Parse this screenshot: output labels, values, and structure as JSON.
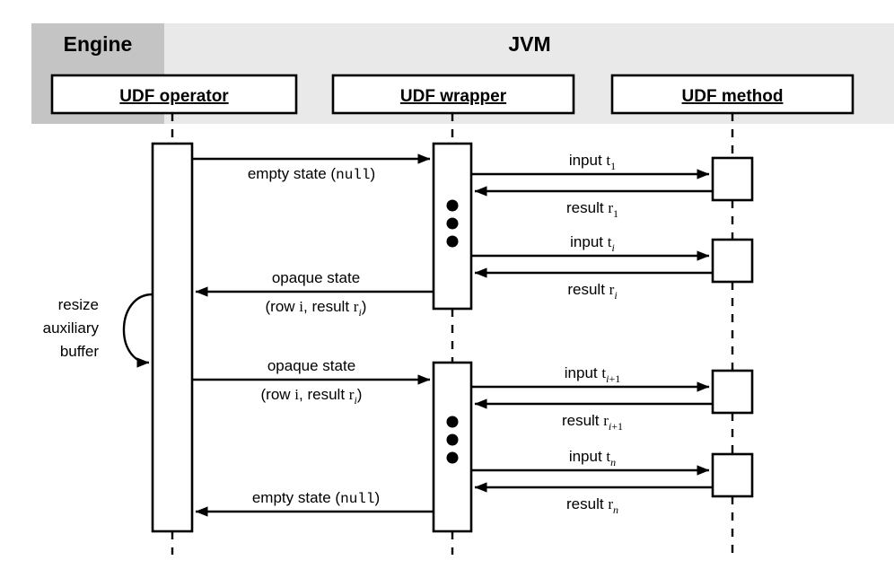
{
  "diagram": {
    "title": "UDF execution sequence diagram",
    "colors": {
      "engine_band": "#c4c4c4",
      "jvm_band": "#e9e9e9",
      "stroke": "#000000",
      "background": "#ffffff"
    },
    "bands": [
      {
        "id": "engine",
        "label": "Engine"
      },
      {
        "id": "jvm",
        "label": "JVM"
      }
    ],
    "participants": [
      {
        "id": "udf-operator",
        "label": "UDF operator"
      },
      {
        "id": "udf-wrapper",
        "label": "UDF wrapper"
      },
      {
        "id": "udf-method",
        "label": "UDF method"
      }
    ],
    "note": {
      "lines": [
        "resize",
        "auxiliary",
        "buffer"
      ]
    },
    "messages": [
      {
        "id": "m1",
        "from": "udf-operator",
        "to": "udf-wrapper",
        "direction": "right",
        "label_parts": [
          {
            "text": "empty state (",
            "style": "sans"
          },
          {
            "text": "null",
            "style": "mono"
          },
          {
            "text": ")",
            "style": "sans"
          }
        ],
        "label_plain": "empty state (null)"
      },
      {
        "id": "m2",
        "from": "udf-wrapper",
        "to": "udf-method",
        "direction": "right",
        "label_parts": [
          {
            "text": "input ",
            "style": "sans"
          },
          {
            "text": "t",
            "style": "serif"
          },
          {
            "text": "1",
            "style": "sub"
          }
        ],
        "label_plain": "input t1"
      },
      {
        "id": "m3",
        "from": "udf-method",
        "to": "udf-wrapper",
        "direction": "left",
        "label_parts": [
          {
            "text": "result ",
            "style": "sans"
          },
          {
            "text": "r",
            "style": "serif"
          },
          {
            "text": "1",
            "style": "sub"
          }
        ],
        "label_plain": "result r1"
      },
      {
        "id": "m4",
        "from": "udf-wrapper",
        "to": "udf-method",
        "direction": "right",
        "label_parts": [
          {
            "text": "input ",
            "style": "sans"
          },
          {
            "text": "t",
            "style": "serif"
          },
          {
            "text": "i",
            "style": "sub-italic"
          }
        ],
        "label_plain": "input ti"
      },
      {
        "id": "m5",
        "from": "udf-method",
        "to": "udf-wrapper",
        "direction": "left",
        "label_parts": [
          {
            "text": "result ",
            "style": "sans"
          },
          {
            "text": "r",
            "style": "serif"
          },
          {
            "text": "i",
            "style": "sub-italic"
          }
        ],
        "label_plain": "result ri"
      },
      {
        "id": "m6",
        "from": "udf-wrapper",
        "to": "udf-operator",
        "direction": "left",
        "label_line1": "opaque state",
        "label_parts": [
          {
            "text": "(row i, result ",
            "style": "sans"
          },
          {
            "text": "r",
            "style": "serif"
          },
          {
            "text": "i",
            "style": "sub-italic"
          },
          {
            "text": ")",
            "style": "sans"
          }
        ],
        "label_plain": "opaque state (row i, result ri)"
      },
      {
        "id": "m7",
        "from": "udf-operator",
        "to": "udf-wrapper",
        "direction": "right",
        "label_line1": "opaque state",
        "label_parts": [
          {
            "text": "(row i, result ",
            "style": "sans"
          },
          {
            "text": "r",
            "style": "serif"
          },
          {
            "text": "i",
            "style": "sub-italic"
          },
          {
            "text": ")",
            "style": "sans"
          }
        ],
        "label_plain": "opaque state (row i, result ri)"
      },
      {
        "id": "m8",
        "from": "udf-wrapper",
        "to": "udf-method",
        "direction": "right",
        "label_parts": [
          {
            "text": "input ",
            "style": "sans"
          },
          {
            "text": "t",
            "style": "serif"
          },
          {
            "text": "i+1",
            "style": "sub-italic-plus"
          }
        ],
        "label_plain": "input ti+1"
      },
      {
        "id": "m9",
        "from": "udf-method",
        "to": "udf-wrapper",
        "direction": "left",
        "label_parts": [
          {
            "text": "result ",
            "style": "sans"
          },
          {
            "text": "r",
            "style": "serif"
          },
          {
            "text": "i+1",
            "style": "sub-italic-plus"
          }
        ],
        "label_plain": "result ri+1"
      },
      {
        "id": "m10",
        "from": "udf-wrapper",
        "to": "udf-method",
        "direction": "right",
        "label_parts": [
          {
            "text": "input ",
            "style": "sans"
          },
          {
            "text": "t",
            "style": "serif"
          },
          {
            "text": "n",
            "style": "sub-italic"
          }
        ],
        "label_plain": "input tn"
      },
      {
        "id": "m11",
        "from": "udf-method",
        "to": "udf-wrapper",
        "direction": "left",
        "label_parts": [
          {
            "text": "result ",
            "style": "sans"
          },
          {
            "text": "r",
            "style": "serif"
          },
          {
            "text": "n",
            "style": "sub-italic"
          }
        ],
        "label_plain": "result rn"
      },
      {
        "id": "m12",
        "from": "udf-wrapper",
        "to": "udf-operator",
        "direction": "left",
        "label_parts": [
          {
            "text": "empty state (",
            "style": "sans"
          },
          {
            "text": "null",
            "style": "mono"
          },
          {
            "text": ")",
            "style": "sans"
          }
        ],
        "label_plain": "empty state (null)"
      }
    ],
    "ellipsis_groups": [
      {
        "id": "wrapper-ellipsis-top",
        "count": 3
      },
      {
        "id": "wrapper-ellipsis-bottom",
        "count": 3
      }
    ]
  }
}
